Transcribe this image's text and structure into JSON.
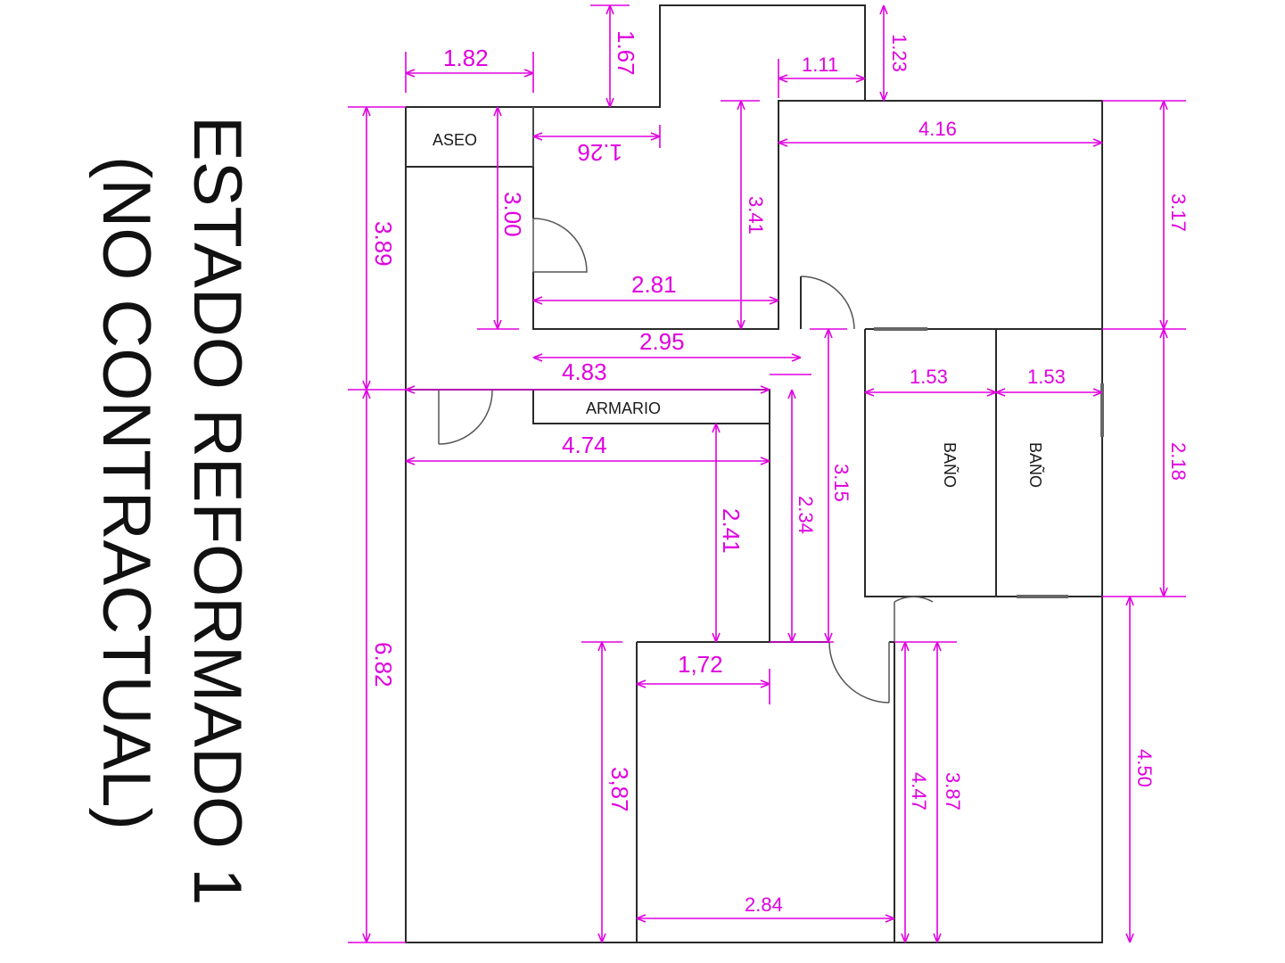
{
  "title": {
    "line1": "ESTADO REFORMADO 1",
    "line2": "(NO CONTRACTUAL)"
  },
  "rooms": {
    "aseo": "ASEO",
    "armario": "ARMARIO",
    "bano_1": "BAÑO",
    "bano_2": "BAÑO"
  },
  "dimensions": {
    "d182": "1.82",
    "d167": "1.67",
    "d111": "1.11",
    "d123": "1.23",
    "d416": "4.16",
    "d126": "1.26",
    "d300": "3.00",
    "d341": "3.41",
    "d317": "3.17",
    "d389": "3.89",
    "d281": "2.81",
    "d295": "2.95",
    "d483": "4.83",
    "d153a": "1.53",
    "d153b": "1.53",
    "d474": "4.74",
    "d218": "2.18",
    "d315": "3.15",
    "d241": "2.41",
    "d234": "2.34",
    "d682": "6.82",
    "d172": "1,72",
    "d387a": "3,87",
    "d447": "4.47",
    "d387b": "3.87",
    "d450": "4.50",
    "d284": "2.84"
  }
}
